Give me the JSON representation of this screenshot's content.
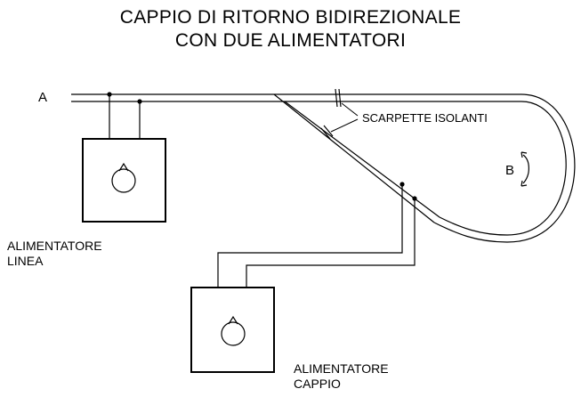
{
  "title": {
    "line1": "CAPPIO DI RITORNO BIDIREZIONALE",
    "line2": "CON DUE ALIMENTATORI"
  },
  "labels": {
    "point_a": "A",
    "point_b": "B",
    "insulating_joints": "SCARPETTE ISOLANTI",
    "line_supply_line1": "ALIMENTATORE",
    "line_supply_line2": "LINEA",
    "loop_supply_line1": "ALIMENTATORE",
    "loop_supply_line2": "CAPPIO"
  },
  "icons": {
    "line_supply_knob": "knob-icon",
    "loop_supply_knob": "knob-icon",
    "direction_arrows": "bidirectional-arrow-icon"
  }
}
